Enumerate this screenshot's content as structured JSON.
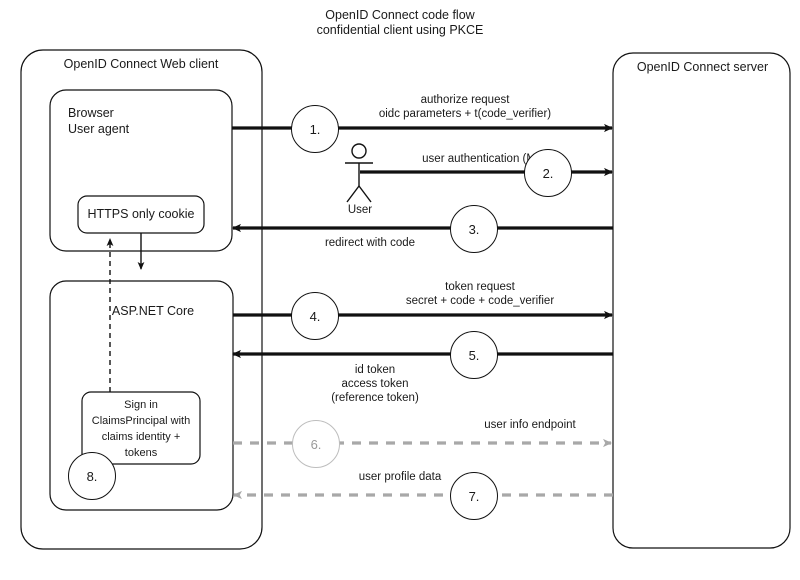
{
  "diagram": {
    "title_line1": "OpenID Connect code flow",
    "title_line2": "confidential client using PKCE",
    "type": "sequence-flow"
  },
  "actors": {
    "client": {
      "label": "OpenID Connect Web client",
      "children": {
        "browser_line1": "Browser",
        "browser_line2": "User agent",
        "cookie": "HTTPS only cookie",
        "aspnet": "ASP.NET Core",
        "signin_line1": "Sign in",
        "signin_line2": "ClaimsPrincipal with",
        "signin_line3": "claims identity +",
        "signin_line4": "tokens"
      }
    },
    "server": {
      "label": "OpenID Connect server"
    },
    "user": {
      "label": "User",
      "icon": "stick-figure-icon"
    }
  },
  "steps": [
    {
      "num": "1.",
      "label_line1": "authorize request",
      "label_line2": "oidc parameters + t(code_verifier)",
      "direction": "right",
      "style": "solid-black"
    },
    {
      "num": "2.",
      "label_line1": "user authentication (MFA)",
      "label_line2": "",
      "direction": "right",
      "style": "solid-black"
    },
    {
      "num": "3.",
      "label_line1": "redirect with code",
      "label_line2": "",
      "direction": "left",
      "style": "solid-black"
    },
    {
      "num": "4.",
      "label_line1": "token request",
      "label_line2": "secret + code + code_verifier",
      "direction": "right",
      "style": "solid-black"
    },
    {
      "num": "5.",
      "label_line1": "id token",
      "label_line2": "access token",
      "label_line3": "(reference token)",
      "direction": "left",
      "style": "solid-black"
    },
    {
      "num": "6.",
      "label_line1": "user info endpoint",
      "label_line2": "",
      "direction": "right",
      "style": "dashed-gray"
    },
    {
      "num": "7.",
      "label_line1": "user profile data",
      "label_line2": "",
      "direction": "left",
      "style": "dashed-gray"
    },
    {
      "num": "8.",
      "label_line1": "",
      "label_line2": "",
      "direction": "none",
      "style": "none"
    }
  ],
  "colors": {
    "stroke": "#111111",
    "gray": "#a8a8a8",
    "gray_text": "#9a9a9a",
    "background": "#ffffff"
  }
}
